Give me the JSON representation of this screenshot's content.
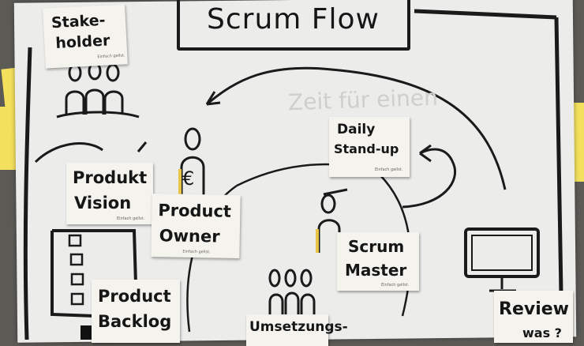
{
  "title": "Scrum Flow",
  "ghost_text": "Zeit für einen",
  "notes": {
    "stakeholder": {
      "line1": "Stake-",
      "line2": "holder",
      "brand": "Einfach gellst."
    },
    "daily": {
      "line1": "Daily",
      "line2": "Stand-up",
      "brand": "Einfach gellst."
    },
    "vision": {
      "line1": "Produkt",
      "line2": "Vision",
      "brand": "Einfach gellst."
    },
    "owner": {
      "line1": "Product",
      "line2": "Owner",
      "brand": "Einfach gellst."
    },
    "master": {
      "line1": "Scrum",
      "line2": "Master",
      "brand": "Einfach gellst."
    },
    "backlog": {
      "line1": "Product",
      "line2": "Backlog"
    },
    "umsetzung": {
      "line1": "Umsetzungs-"
    },
    "review": {
      "line1": "Review",
      "line2": "was ?"
    }
  },
  "icons": {
    "euro": "€"
  },
  "colors": {
    "paper": "#f4f3ee",
    "ink": "#161616",
    "yellow_accent": "#e8c547",
    "yellow_note": "#f3e05c",
    "background": "#5c5a55"
  }
}
